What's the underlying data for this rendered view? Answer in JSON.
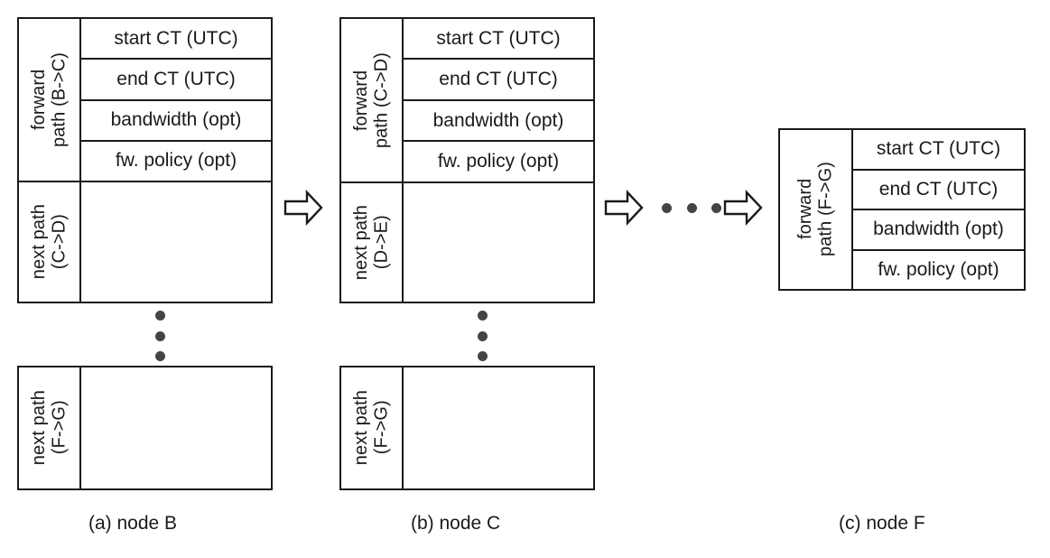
{
  "figure": {
    "type": "path-state-table-diagram",
    "background": "#ffffff",
    "line_color": "#1a1a1a",
    "dot_color": "#444444"
  },
  "field_labels": {
    "start_ct": "start CT (UTC)",
    "end_ct": "end CT (UTC)",
    "bandwidth": "bandwidth (opt)",
    "fw_policy": "fw. policy (opt)"
  },
  "panels": [
    {
      "id": "a",
      "caption": "(a) node B",
      "sections": [
        {
          "role": "forward",
          "label": "forward\npath (B->C)",
          "fields": [
            "start CT (UTC)",
            "end CT (UTC)",
            "bandwidth (opt)",
            "fw. policy (opt)"
          ]
        },
        {
          "role": "next",
          "label": "next path\n(C->D)",
          "fields": []
        }
      ],
      "ellipsis": "vertical-three-dots",
      "last_section": {
        "role": "next",
        "label": "next path\n(F->G)",
        "fields": []
      }
    },
    {
      "id": "b",
      "caption": "(b) node C",
      "sections": [
        {
          "role": "forward",
          "label": "forward\npath (C->D)",
          "fields": [
            "start CT (UTC)",
            "end CT (UTC)",
            "bandwidth (opt)",
            "fw. policy (opt)"
          ]
        },
        {
          "role": "next",
          "label": "next path\n(D->E)",
          "fields": []
        }
      ],
      "ellipsis": "vertical-three-dots",
      "last_section": {
        "role": "next",
        "label": "next path\n(F->G)",
        "fields": []
      }
    },
    {
      "id": "c",
      "caption": "(c) node F",
      "sections": [
        {
          "role": "forward",
          "label": "forward\npath (F->G)",
          "fields": [
            "start CT (UTC)",
            "end CT (UTC)",
            "bandwidth (opt)",
            "fw. policy (opt)"
          ]
        }
      ]
    }
  ],
  "connectors": [
    {
      "id": "arrow-ab",
      "kind": "block-arrow-right",
      "between": [
        "a",
        "b"
      ]
    },
    {
      "id": "arrow-bmid",
      "kind": "block-arrow-right",
      "between": [
        "b",
        "ellipsis"
      ]
    },
    {
      "id": "hdots-mid",
      "kind": "horizontal-three-dots",
      "between": [
        "b",
        "c"
      ]
    },
    {
      "id": "arrow-midc",
      "kind": "block-arrow-right",
      "between": [
        "ellipsis",
        "c"
      ]
    }
  ]
}
